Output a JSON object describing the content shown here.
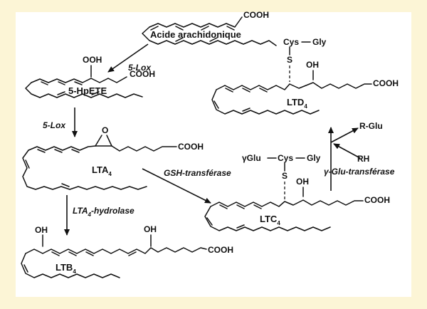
{
  "compounds": {
    "arachidonic": "Acide arachidonique",
    "hpete": "5-HpETE",
    "lta4": {
      "base": "LTA",
      "sub": "4"
    },
    "ltb4": {
      "base": "LTB",
      "sub": "4"
    },
    "ltc4": {
      "base": "LTC",
      "sub": "4"
    },
    "ltd4": {
      "base": "LTD",
      "sub": "4"
    }
  },
  "enzymes": {
    "lox_1": "5-Lox",
    "lox_2": "5-Lox",
    "lta4_hydrolase": {
      "pre": "LTA",
      "sub": "4",
      "post": "-hydrolase"
    },
    "gsh_transferase": "GSH-transférase",
    "ggt": "γ-Glu-transférase"
  },
  "groups": {
    "cooh": "COOH",
    "ooh": "OOH",
    "oh": "OH",
    "o": "O",
    "s": "S",
    "cys": "Cys",
    "gly": "Gly",
    "gamma_glu": "γGlu",
    "r_glu": "R-Glu",
    "rh": "RH"
  }
}
